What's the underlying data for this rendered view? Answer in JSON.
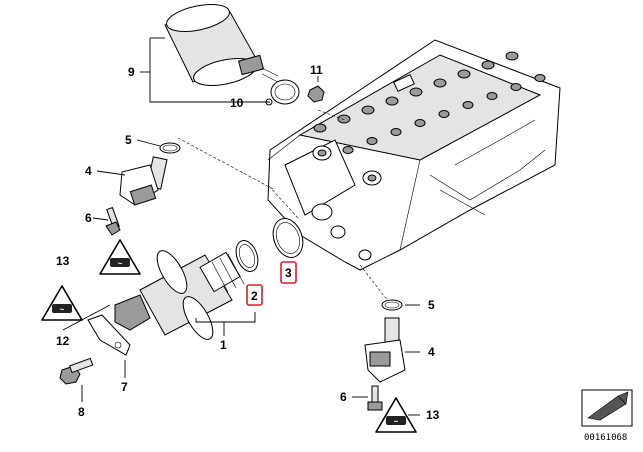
{
  "diagram": {
    "callouts": [
      {
        "id": "9",
        "text": "9"
      },
      {
        "id": "10",
        "text": "10"
      },
      {
        "id": "11",
        "text": "11"
      },
      {
        "id": "5a",
        "text": "5"
      },
      {
        "id": "4a",
        "text": "4"
      },
      {
        "id": "6a",
        "text": "6"
      },
      {
        "id": "13a",
        "text": "13"
      },
      {
        "id": "12",
        "text": "12"
      },
      {
        "id": "1",
        "text": "1"
      },
      {
        "id": "2",
        "text": "2",
        "highlighted": true
      },
      {
        "id": "3",
        "text": "3",
        "highlighted": true
      },
      {
        "id": "7",
        "text": "7"
      },
      {
        "id": "8",
        "text": "8"
      },
      {
        "id": "5b",
        "text": "5"
      },
      {
        "id": "4b",
        "text": "4"
      },
      {
        "id": "6b",
        "text": "6"
      },
      {
        "id": "13b",
        "text": "13"
      }
    ],
    "diagram_code": "00161068",
    "highlight_color": "#d0202a",
    "icons": [
      "caution-triangle-icon",
      "page-corner-arrow-icon"
    ]
  }
}
